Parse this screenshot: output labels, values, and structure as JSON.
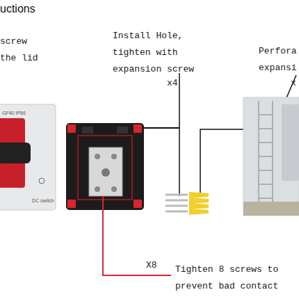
{
  "diagram": {
    "title": "uctions",
    "labels": [
      "screw the lid",
      "GF40 IP66",
      "DC switch",
      "Install Hole, tighten with expansion screw",
      "x4",
      "Perfora expansi",
      "x",
      "X8",
      "Tighten 8 screws to prevent bad contact"
    ]
  }
}
